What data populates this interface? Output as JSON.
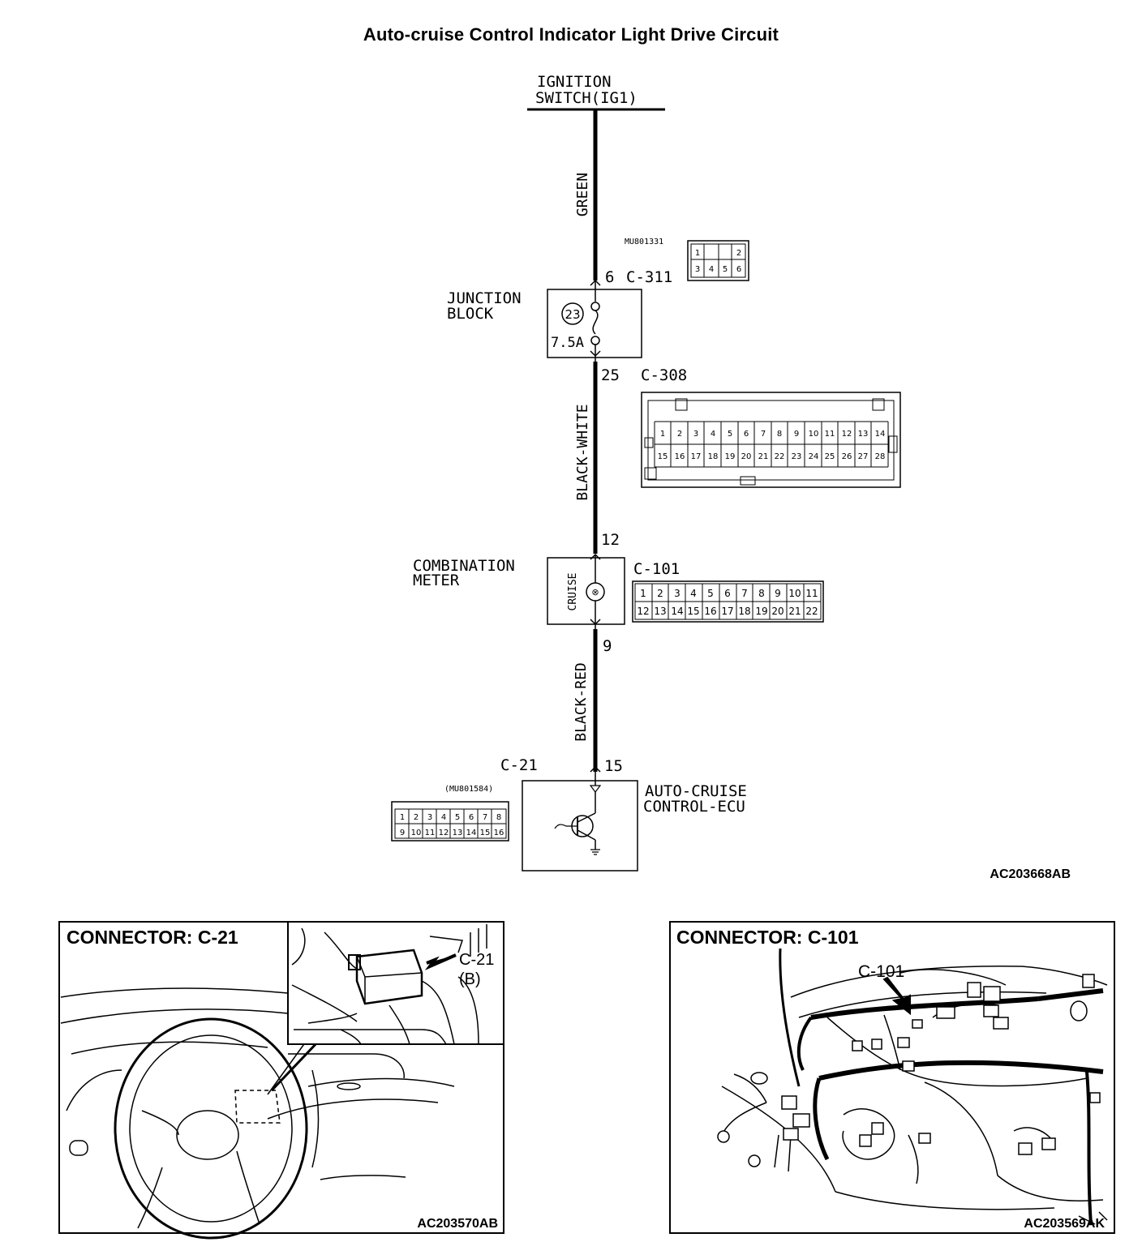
{
  "title": "Auto-cruise Control Indicator Light Drive Circuit",
  "ignition": {
    "line1": "IGNITION",
    "line2": "SWITCH(IG1)"
  },
  "wires": {
    "green": "GREEN",
    "black_white": "BLACK-WHITE",
    "black_red": "BLACK-RED"
  },
  "c311": {
    "pin": "6",
    "label": "C-311",
    "part": "MU801331",
    "row1": [
      "1",
      "",
      "2"
    ],
    "row2": [
      "3",
      "4",
      "5",
      "6"
    ]
  },
  "junction_block": {
    "line1": "JUNCTION",
    "line2": "BLOCK",
    "fuse_no": "23",
    "rating": "7.5A"
  },
  "c308": {
    "pin": "25",
    "label": "C-308",
    "row1": [
      "1",
      "2",
      "3",
      "4",
      "5",
      "6",
      "7",
      "8",
      "9",
      "10",
      "11",
      "12",
      "13",
      "14"
    ],
    "row2": [
      "15",
      "16",
      "17",
      "18",
      "19",
      "20",
      "21",
      "22",
      "23",
      "24",
      "25",
      "26",
      "27",
      "28"
    ]
  },
  "combination_meter": {
    "pin_in": "12",
    "line1": "COMBINATION",
    "line2": "METER",
    "indicator": "CRUISE",
    "pin_out": "9"
  },
  "c101": {
    "label": "C-101",
    "row1": [
      "1",
      "2",
      "3",
      "4",
      "5",
      "6",
      "7",
      "8",
      "9",
      "10",
      "11"
    ],
    "row2": [
      "12",
      "13",
      "14",
      "15",
      "16",
      "17",
      "18",
      "19",
      "20",
      "21",
      "22"
    ]
  },
  "ecu": {
    "connector": "C-21",
    "pin": "15",
    "line1": "AUTO-CRUISE",
    "line2": "CONTROL-ECU"
  },
  "c21": {
    "part": "(MU801584)",
    "row1": [
      "1",
      "2",
      "3",
      "4",
      "5",
      "6",
      "7",
      "8"
    ],
    "row2": [
      "9",
      "10",
      "11",
      "12",
      "13",
      "14",
      "15",
      "16"
    ]
  },
  "diagram_code": "AC203668AB",
  "panel_left": {
    "title": "CONNECTOR: C-21",
    "callout_line1": "C-21",
    "callout_line2": "(B)",
    "code": "AC203570AB"
  },
  "panel_right": {
    "title": "CONNECTOR: C-101",
    "callout": "C-101",
    "code": "AC203569AK"
  }
}
